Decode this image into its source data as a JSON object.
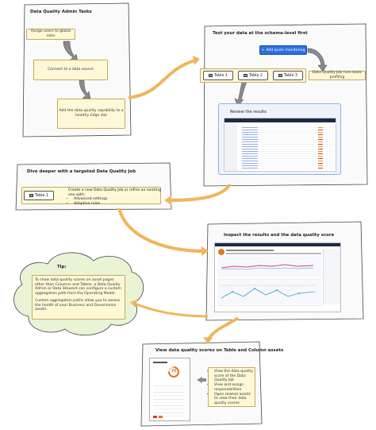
{
  "admin": {
    "title": "Data Quality Admin Tasks",
    "step1": "Assign users to global roles",
    "step2": "Connect to a data source",
    "step3": "Add the data quality capability to a healthy Edge site"
  },
  "schema": {
    "title": "Test your data at the schema-level first",
    "add_button": "Add quick monitoring",
    "tables": [
      "Table 1",
      "Table 2",
      "Table 3"
    ],
    "note": "Data Quality Job runs basic profiling",
    "review_caption": "Review the results"
  },
  "deep": {
    "title": "Dive deeper with a targeted Data Quality Job",
    "table": "Table 1",
    "note_intro": "Create a new Data Quality Job or refine an existing one with:",
    "note_items": [
      "Advanced settings",
      "Adaptive rules"
    ]
  },
  "inspect": {
    "title": "Inspect the results and the data quality score"
  },
  "tip": {
    "label": "Tip:",
    "para1": "To show data quality scores on asset pages other than Columns and Tables, a Data Quality Admin or Data Steward can configure a custom aggregation path from the Operating Model.",
    "para2": "Custom aggregation paths allow you to assess the health of your Business and Governance assets."
  },
  "view": {
    "title": "View data quality scores on Table and Column assets",
    "score": "75",
    "items": [
      "View the data quality score of the Data Quality Job",
      "View and assign responsibilities",
      "Open related assets to view their data quality scores"
    ]
  },
  "colors": {
    "note_fill": "#fff8d6",
    "tip_cloud": "#e9f3d6",
    "button_blue": "#2f6fde",
    "arrow_orange": "#f2b45c",
    "arrow_gray": "#8a8a8a"
  }
}
